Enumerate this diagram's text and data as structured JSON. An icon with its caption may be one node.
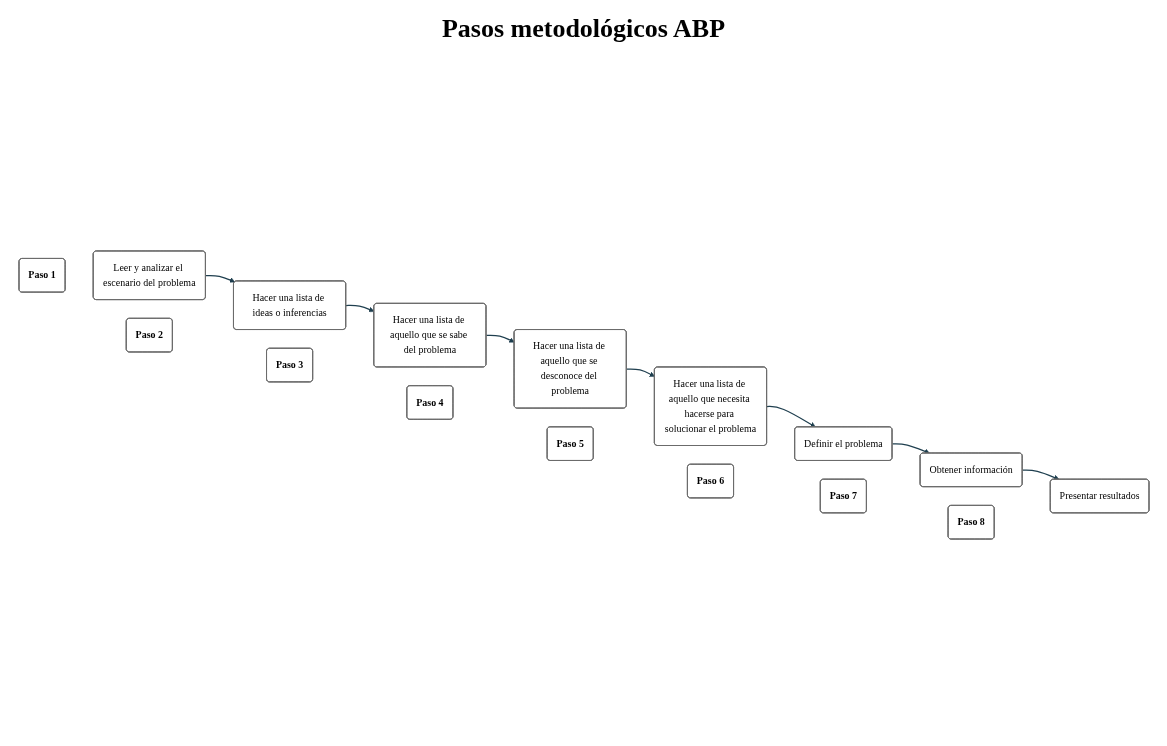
{
  "diagram": {
    "title": "Pasos metodológicos ABP",
    "nodes": [
      {
        "text": [
          "Paso 1"
        ]
      },
      {
        "text": [
          "Leer y analizar el escenario del problema"
        ]
      },
      {
        "text": [
          "Paso 2"
        ]
      },
      {
        "text": [
          "Hacer una lista de ideas o inferencias"
        ]
      },
      {
        "text": [
          "Paso 3"
        ]
      },
      {
        "text": [
          "Hacer una lista de aquello que se sabe del problema"
        ]
      },
      {
        "text": [
          "Paso 4"
        ]
      },
      {
        "text": [
          "Hacer una lista de aquello que se desconoce del problema"
        ]
      },
      {
        "text": [
          "Paso 5"
        ]
      },
      {
        "text": [
          "Hacer una lista de aquello que necesita hacerse para solucionar el problema"
        ]
      },
      {
        "text": [
          "Paso 6"
        ]
      },
      {
        "text": [
          "Definir el problema"
        ]
      },
      {
        "text": [
          "Paso 7"
        ]
      },
      {
        "text": [
          "Obtener información"
        ]
      },
      {
        "text": [
          "Paso 8"
        ]
      },
      {
        "text": [
          "Presentar resultados"
        ]
      }
    ],
    "edges": [
      {
        "from": 1,
        "to": 3,
        "arrow": "to"
      },
      {
        "from": 3,
        "to": 5,
        "arrow": "to"
      },
      {
        "from": 5,
        "to": 7,
        "arrow": "to"
      },
      {
        "from": 7,
        "to": 9,
        "arrow": "to"
      },
      {
        "from": 9,
        "to": 11,
        "arrow": "to"
      },
      {
        "from": 11,
        "to": 13,
        "arrow": "to"
      },
      {
        "from": 13,
        "to": 15,
        "arrow": "to"
      }
    ]
  }
}
